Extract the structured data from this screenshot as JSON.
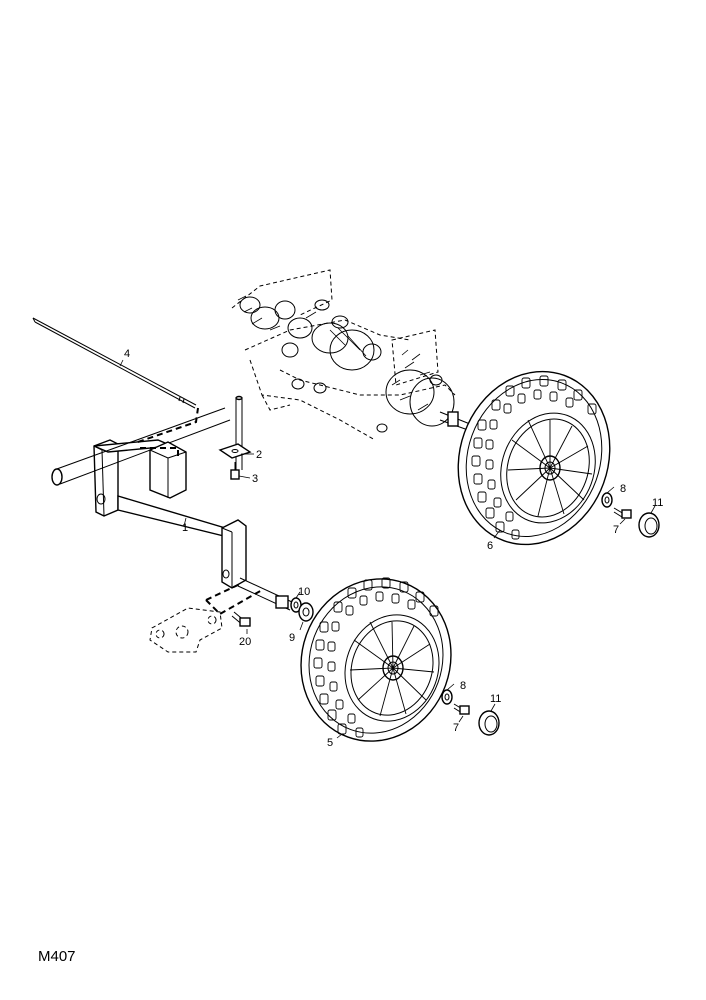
{
  "diagram": {
    "code": "M407",
    "callouts": {
      "c1": "1",
      "c2": "2",
      "c3": "3",
      "c4": "4",
      "c5": "5",
      "c6": "6",
      "c7a": "7",
      "c7b": "7",
      "c8a": "8",
      "c8b": "8",
      "c9": "9",
      "c10": "10",
      "c11a": "11",
      "c11b": "11",
      "c20": "20"
    }
  }
}
